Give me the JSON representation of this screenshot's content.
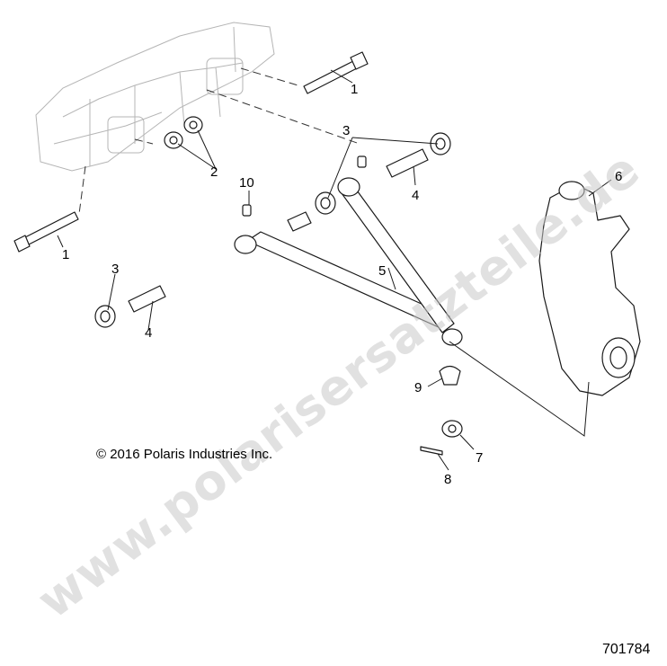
{
  "watermark": "www.polarisersatzteile.de",
  "copyright": "© 2016 Polaris Industries Inc.",
  "document_number": "701784",
  "callouts": [
    "1",
    "2",
    "3",
    "4",
    "5",
    "6",
    "7",
    "8",
    "9",
    "10"
  ]
}
